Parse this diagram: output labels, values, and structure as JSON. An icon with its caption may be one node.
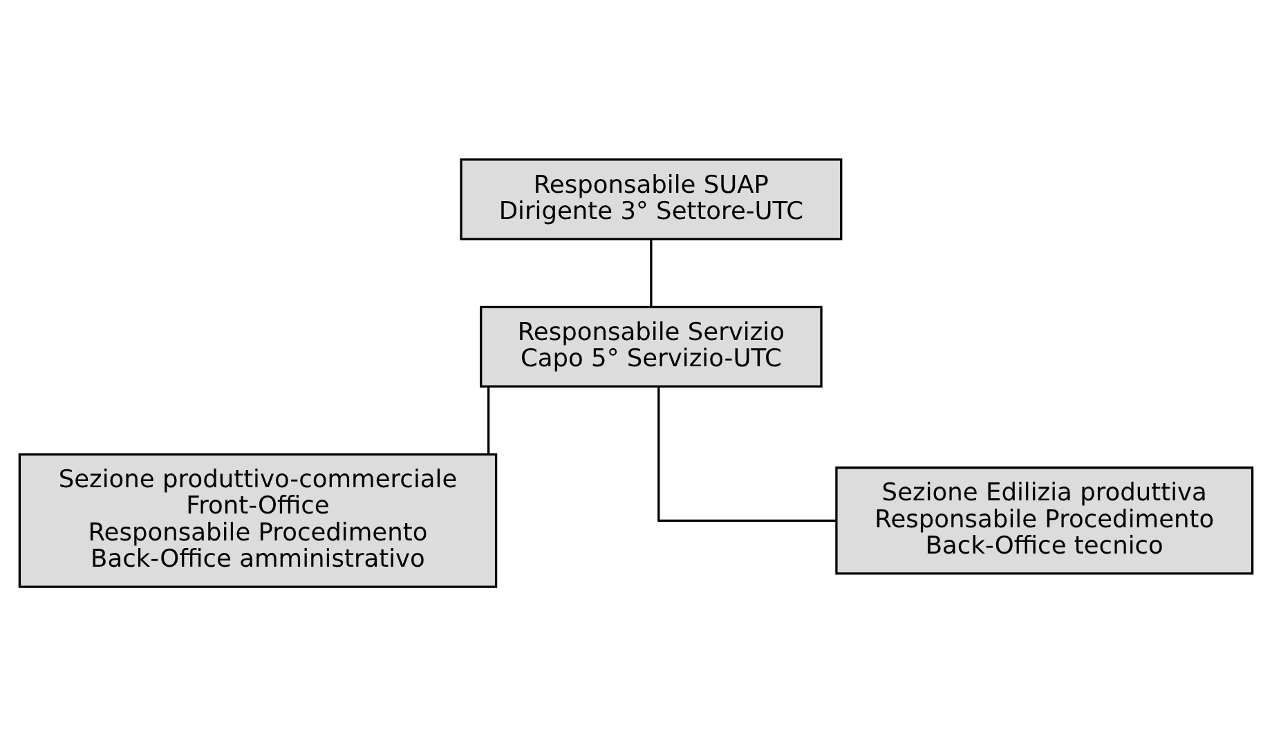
{
  "diagram": {
    "nodes": [
      {
        "text": [
          "Responsabile SUAP",
          "Dirigente 3° Settore-UTC"
        ]
      },
      {
        "text": [
          "Responsabile Servizio",
          "Capo 5° Servizio-UTC"
        ]
      },
      {
        "text": [
          "Sezione produttivo-commerciale",
          "Front-Office",
          "Responsabile Procedimento",
          "Back-Office amministrativo"
        ]
      },
      {
        "text": [
          "Sezione Edilizia produttiva",
          "Responsabile Procedimento",
          "Back-Office tecnico"
        ]
      }
    ],
    "edges": [
      {
        "from": 0,
        "to": 1,
        "arrow": "none"
      },
      {
        "from": 1,
        "to": 2,
        "arrow": "none"
      },
      {
        "from": 1,
        "to": 3,
        "arrow": "none"
      }
    ]
  }
}
